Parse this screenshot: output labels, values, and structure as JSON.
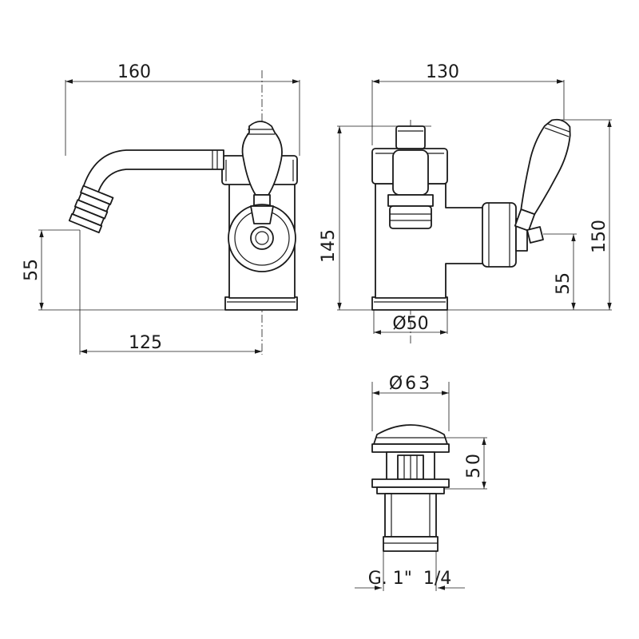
{
  "dimensions": {
    "side_width": "160",
    "side_spout_reach": "125",
    "side_spout_height": "55",
    "front_width": "130",
    "front_height": "145",
    "front_total_height": "150",
    "front_spout_height": "55",
    "front_base_diameter": "Ø50",
    "waste_diameter": "Ø63",
    "waste_height": "50",
    "waste_thread": "G. 1\"  1/4"
  }
}
